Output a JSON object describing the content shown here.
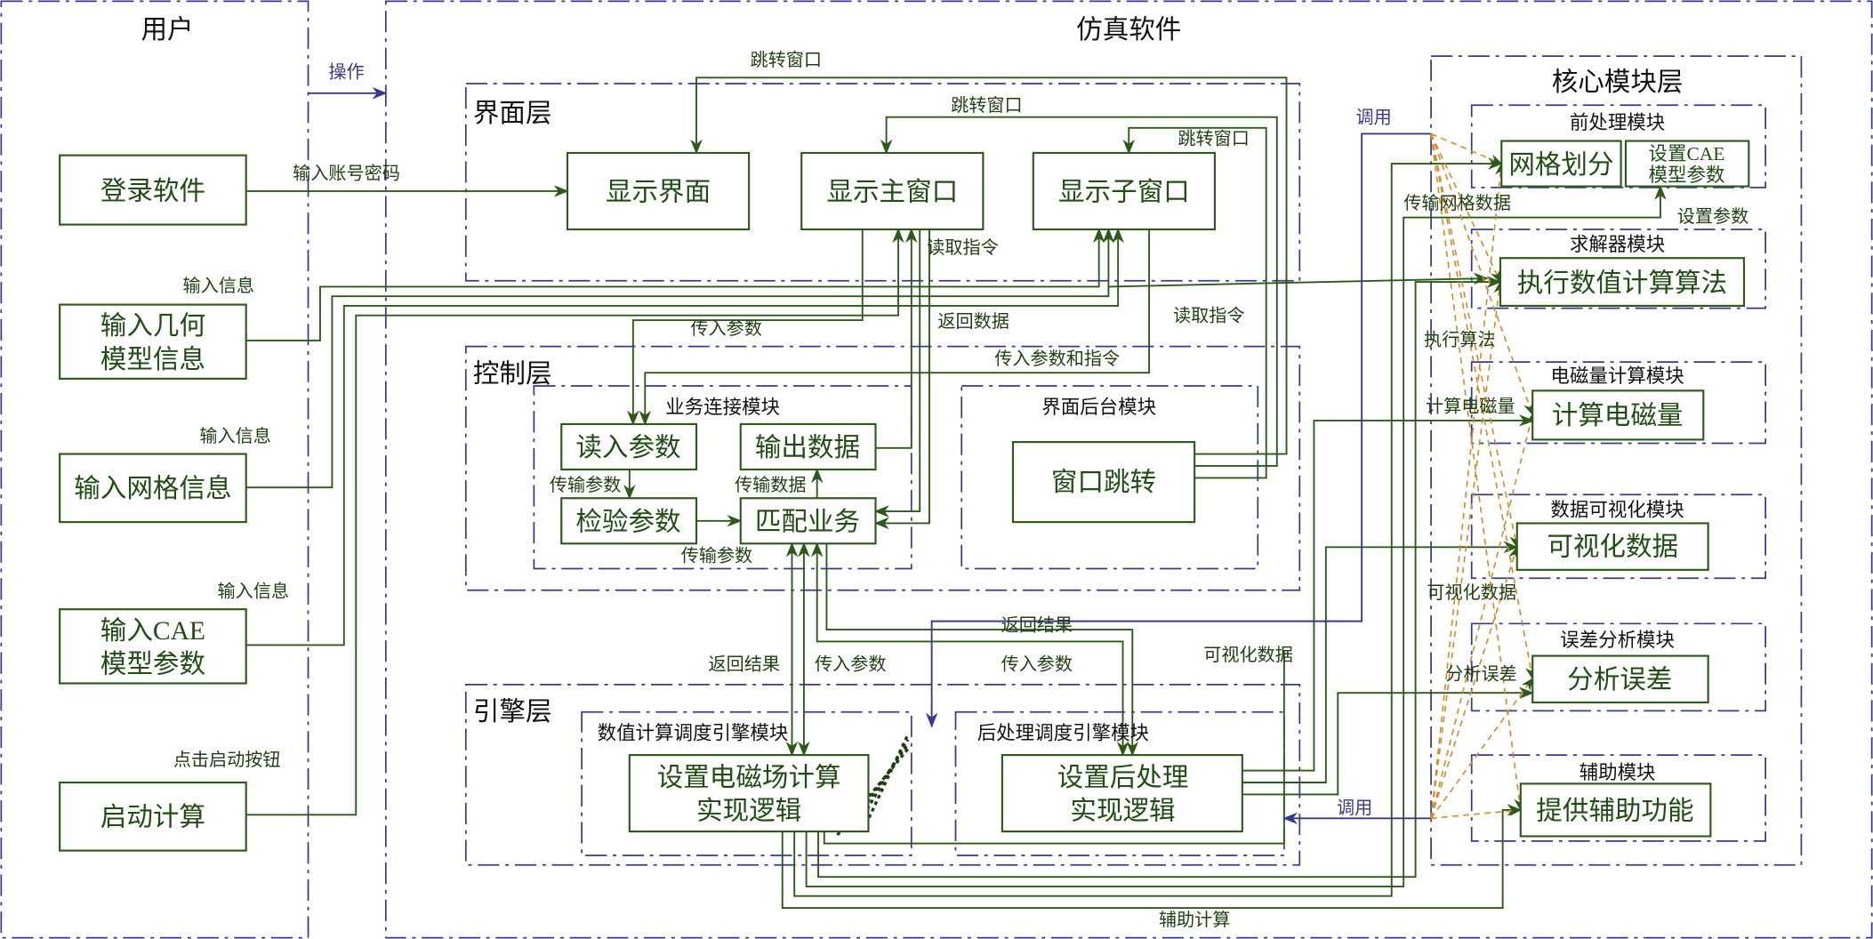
{
  "user_panel": {
    "title": "用户",
    "operation_label": "操作",
    "boxes": [
      {
        "lines": [
          "登录软件"
        ],
        "edge_label": "输入账号密码"
      },
      {
        "lines": [
          "输入几何",
          "模型信息"
        ],
        "edge_label": "输入信息"
      },
      {
        "lines": [
          "输入网格信息"
        ],
        "edge_label": "输入信息"
      },
      {
        "lines": [
          "输入CAE",
          "模型参数"
        ],
        "edge_label": "输入信息"
      },
      {
        "lines": [
          "启动计算"
        ],
        "edge_label": "点击启动按钮"
      }
    ]
  },
  "software_panel": {
    "title": "仿真软件"
  },
  "interface_layer": {
    "title": "界面层",
    "boxes": [
      "显示界面",
      "显示主窗口",
      "显示子窗口"
    ]
  },
  "control_layer": {
    "title": "控制层",
    "business_module": {
      "title": "业务连接模块",
      "boxes": [
        "读入参数",
        "输出数据",
        "检验参数",
        "匹配业务"
      ],
      "labels": [
        "传输参数",
        "传输数据",
        "传输参数"
      ]
    },
    "ui_backend_module": {
      "title": "界面后台模块",
      "box": "窗口跳转"
    }
  },
  "engine_layer": {
    "title": "引擎层",
    "numeric_module": {
      "title": "数值计算调度引擎模块",
      "box": [
        "设置电磁场计算",
        "实现逻辑"
      ]
    },
    "post_module": {
      "title": "后处理调度引擎模块",
      "box": [
        "设置后处理",
        "实现逻辑"
      ]
    }
  },
  "core_layer": {
    "title": "核心模块层",
    "modules": [
      {
        "title": "前处理模块",
        "boxes": [
          [
            "网格划分"
          ],
          [
            "设置CAE",
            "模型参数"
          ]
        ]
      },
      {
        "title": "求解器模块",
        "boxes": [
          [
            "执行数值计算算法"
          ]
        ]
      },
      {
        "title": "电磁量计算模块",
        "boxes": [
          [
            "计算电磁量"
          ]
        ]
      },
      {
        "title": "数据可视化模块",
        "boxes": [
          [
            "可视化数据"
          ]
        ]
      },
      {
        "title": "误差分析模块",
        "boxes": [
          [
            "分析误差"
          ]
        ]
      },
      {
        "title": "辅助模块",
        "boxes": [
          [
            "提供辅助功能"
          ]
        ]
      }
    ]
  },
  "edge_labels": {
    "jump1": "跳转窗口",
    "jump2": "跳转窗口",
    "jump3": "跳转窗口",
    "read_cmd1": "读取指令",
    "read_cmd2": "读取指令",
    "pass_params": "传入参数",
    "return_data": "返回数据",
    "pass_params_cmds": "传入参数和指令",
    "return_result1": "返回结果",
    "pass_params2": "传入参数",
    "pass_params3": "传入参数",
    "return_result2": "返回结果",
    "vis_data1": "可视化数据",
    "aux_calc": "辅助计算",
    "call1": "调用",
    "call2": "调用",
    "mesh_data": "传输网格数据",
    "set_params": "设置参数",
    "exec_algo": "执行算法",
    "calc_em": "计算电磁量",
    "vis_data2": "可视化数据",
    "analyze_err": "分析误差"
  },
  "colors": {
    "box": "#2d5a1b",
    "layer_border": "#3a3a8a",
    "call": "#3a3a8a",
    "dashed": "#d08a2a"
  }
}
